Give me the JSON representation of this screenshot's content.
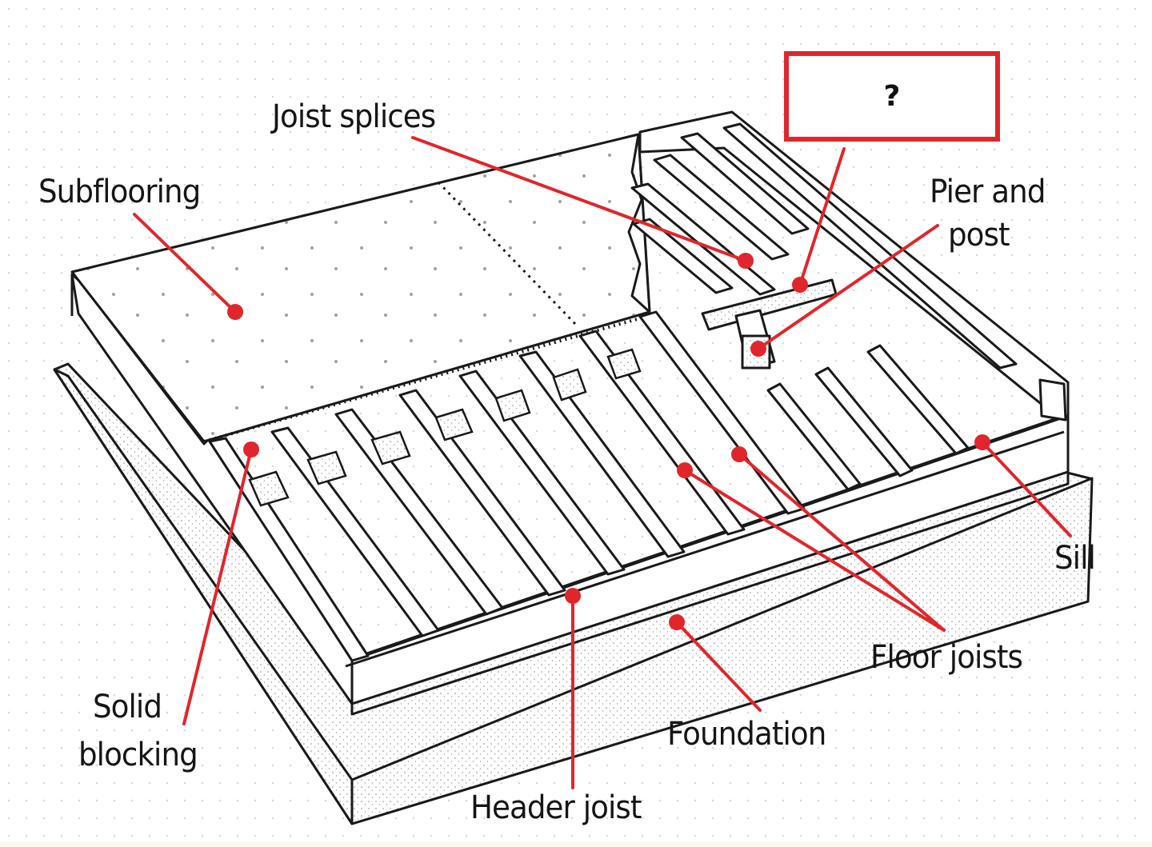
{
  "labels": {
    "joist_splices": "Joist splices",
    "subflooring": "Subflooring",
    "unknown": "?",
    "pier_line1": "Pier and",
    "pier_line2": "post",
    "sill": "Sill",
    "floor_joists": "Floor joists",
    "solid_line1": "Solid",
    "solid_line2": "blocking",
    "foundation": "Foundation",
    "header_joist": "Header joist"
  },
  "colors": {
    "callout": "#e0262c",
    "linework": "#1a1a1a",
    "fill": "#ffffff",
    "stipple": "#8a8a8a"
  }
}
